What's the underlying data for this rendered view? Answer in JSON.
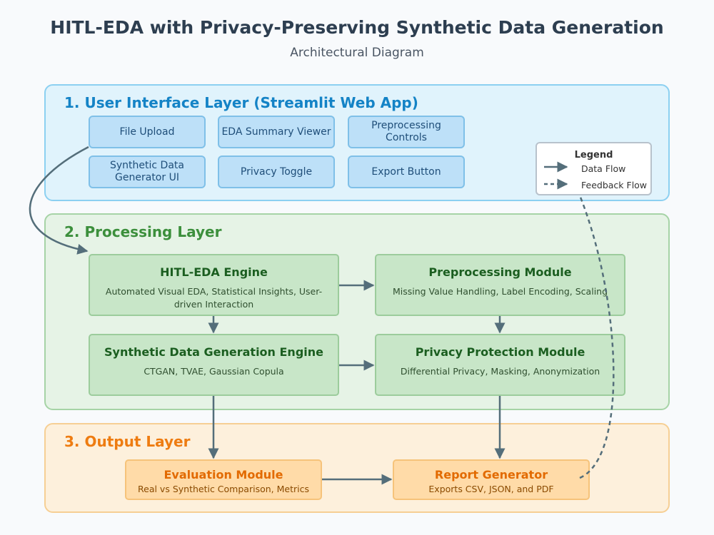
{
  "header": {
    "title": "HITL-EDA with Privacy-Preserving Synthetic Data Generation",
    "subtitle": "Architectural Diagram"
  },
  "layers": {
    "ui": {
      "title": "1. User Interface Layer (Streamlit Web App)",
      "buttons": [
        "File Upload",
        "EDA Summary Viewer",
        "Preprocessing Controls",
        "Synthetic Data\nGenerator UI",
        "Privacy Toggle",
        "Export Button"
      ]
    },
    "processing": {
      "title": "2. Processing Layer",
      "boxes": [
        {
          "title": "HITL-EDA Engine",
          "desc": "Automated Visual EDA, Statistical Insights, User-driven Interaction"
        },
        {
          "title": "Preprocessing Module",
          "desc": "Missing Value Handling, Label Encoding, Scaling"
        },
        {
          "title": "Synthetic Data Generation Engine",
          "desc": "CTGAN, TVAE, Gaussian Copula"
        },
        {
          "title": "Privacy Protection Module",
          "desc": "Differential Privacy, Masking, Anonymization"
        }
      ]
    },
    "output": {
      "title": "3. Output Layer",
      "boxes": [
        {
          "title": "Evaluation Module",
          "desc": "Real vs Synthetic Comparison, Metrics"
        },
        {
          "title": "Report Generator",
          "desc": "Exports CSV, JSON, and PDF"
        }
      ]
    }
  },
  "legend": {
    "title": "Legend",
    "data_flow": "Data Flow",
    "feedback_flow": "Feedback Flow"
  },
  "colors": {
    "arrow": "#546e7a",
    "ui_accent": "#1483c6",
    "processing_accent": "#3c8f3c",
    "output_accent": "#ee7c11"
  }
}
